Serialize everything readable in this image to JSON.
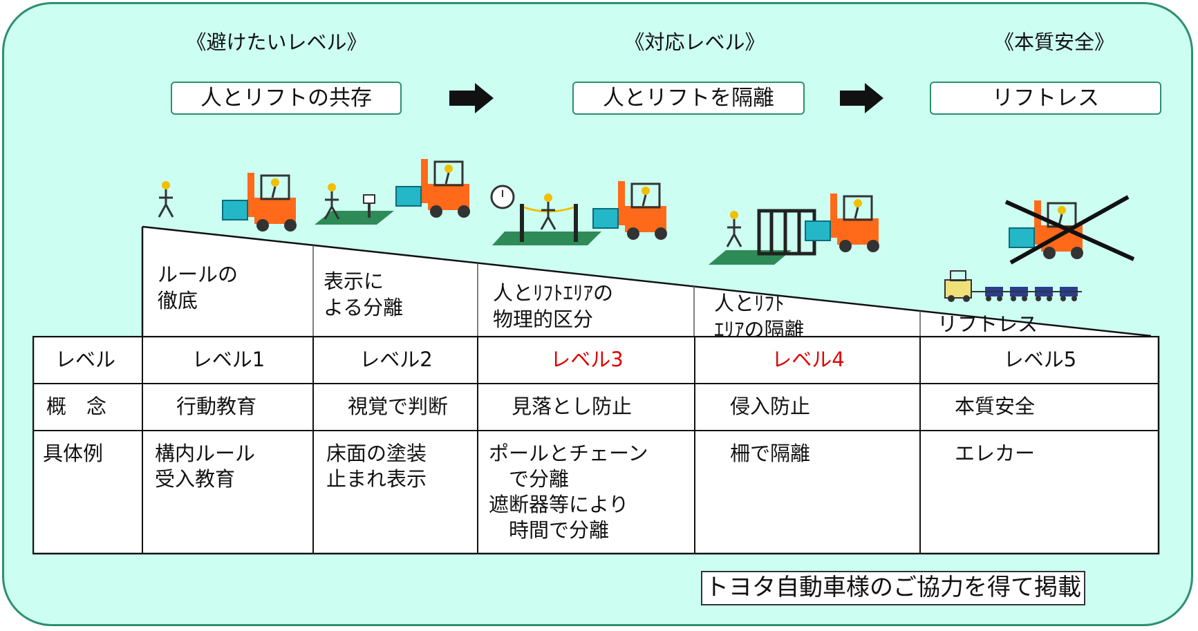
{
  "categories": {
    "avoid": "《避けたいレベル》",
    "response": "《対応レベル》",
    "essential": "《本質安全》"
  },
  "stages": {
    "coexist": "人とリフトの共存",
    "separate": "人とリフトを隔離",
    "liftless": "リフトレス"
  },
  "wedge_labels": [
    "ルールの\n徹底",
    "表示に\nよる分離",
    "人とﾘﾌﾄｴﾘｱの\n物理的区分",
    "人とﾘﾌﾄ\nｴﾘｱの隔離",
    "リフトレス"
  ],
  "table": {
    "row_headers": [
      "レベル",
      "概　念",
      "具体例"
    ],
    "levels": [
      {
        "level": "レベル1",
        "concept": "行動教育",
        "example": "構内ルール\n受入教育",
        "highlight": false
      },
      {
        "level": "レベル2",
        "concept": "視覚で判断",
        "example": "床面の塗装\n止まれ表示",
        "highlight": false
      },
      {
        "level": "レベル3",
        "concept": "見落とし防止",
        "example": "ポールとチェーン\n　で分離\n遮断器等により\n　時間で分離",
        "highlight": true
      },
      {
        "level": "レベル4",
        "concept": "侵入防止",
        "example": "柵で隔離",
        "highlight": true
      },
      {
        "level": "レベル5",
        "concept": "本質安全",
        "example": "エレカー",
        "highlight": false
      }
    ]
  },
  "credit": "トヨタ自動車様のご協力を得て掲載",
  "colors": {
    "background": "#ccfff2",
    "border": "#2c8f6c",
    "highlight_text": "#e00000",
    "arrow": "#111111"
  }
}
